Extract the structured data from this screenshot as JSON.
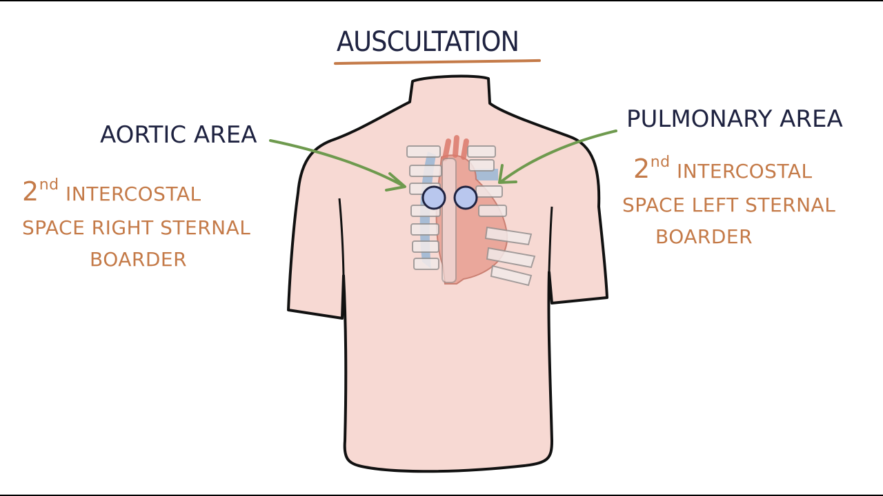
{
  "title": "AUSCULTATION",
  "aortic": {
    "heading": "AORTIC AREA",
    "ordinal_number": "2",
    "ordinal_suffix": "nd",
    "line1_rest": "INTERCOSTAL",
    "line2": "SPACE RIGHT STERNAL",
    "line3": "BOARDER"
  },
  "pulmonary": {
    "heading": "PULMONARY AREA",
    "ordinal_number": "2",
    "ordinal_suffix": "nd",
    "line1_rest": "INTERCOSTAL",
    "line2": "SPACE LEFT STERNAL",
    "line3": "BOARDER"
  },
  "colors": {
    "heading_text": "#1e2240",
    "annotation_text": "#c47a48",
    "underline": "#c47a48",
    "skin": "#f7d9d3",
    "outline": "#111111",
    "arrow": "#6e9a4e",
    "auscultation_marker": "#b9c7ee",
    "heart": "#e79c8f",
    "vessels_blue": "#8fb3d6",
    "ribs": "#f1ecec"
  },
  "icons": [
    "torso-figure",
    "heart-icon",
    "rib-cage",
    "aortic-marker",
    "pulmonary-marker",
    "pointer-arrow"
  ]
}
